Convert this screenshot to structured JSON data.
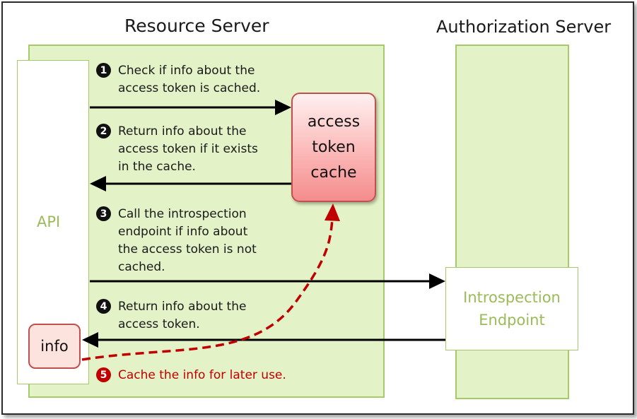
{
  "resource_server": {
    "title": "Resource Server",
    "api_label": "API"
  },
  "authorization_server": {
    "title": "Authorization Server",
    "endpoint_label": "Introspection\nEndpoint"
  },
  "cache": {
    "label": "access\ntoken\ncache"
  },
  "info": {
    "label": "info"
  },
  "steps": [
    {
      "number": "1",
      "text": "Check if info about the\naccess token is cached."
    },
    {
      "number": "2",
      "text": "Return info about the\naccess token if it exists\nin the cache."
    },
    {
      "number": "3",
      "text": "Call the introspection\nendpoint if info about\nthe access token is not\ncached."
    },
    {
      "number": "4",
      "text": "Return info about the\naccess token."
    },
    {
      "number": "5",
      "text": "Cache the info for later use."
    }
  ],
  "colors": {
    "panel": "#e4f2c7",
    "panel_border": "#a6c96a",
    "label_green": "#9bbb59",
    "cache_red": "#c0504d",
    "step5_red": "#c00000"
  }
}
